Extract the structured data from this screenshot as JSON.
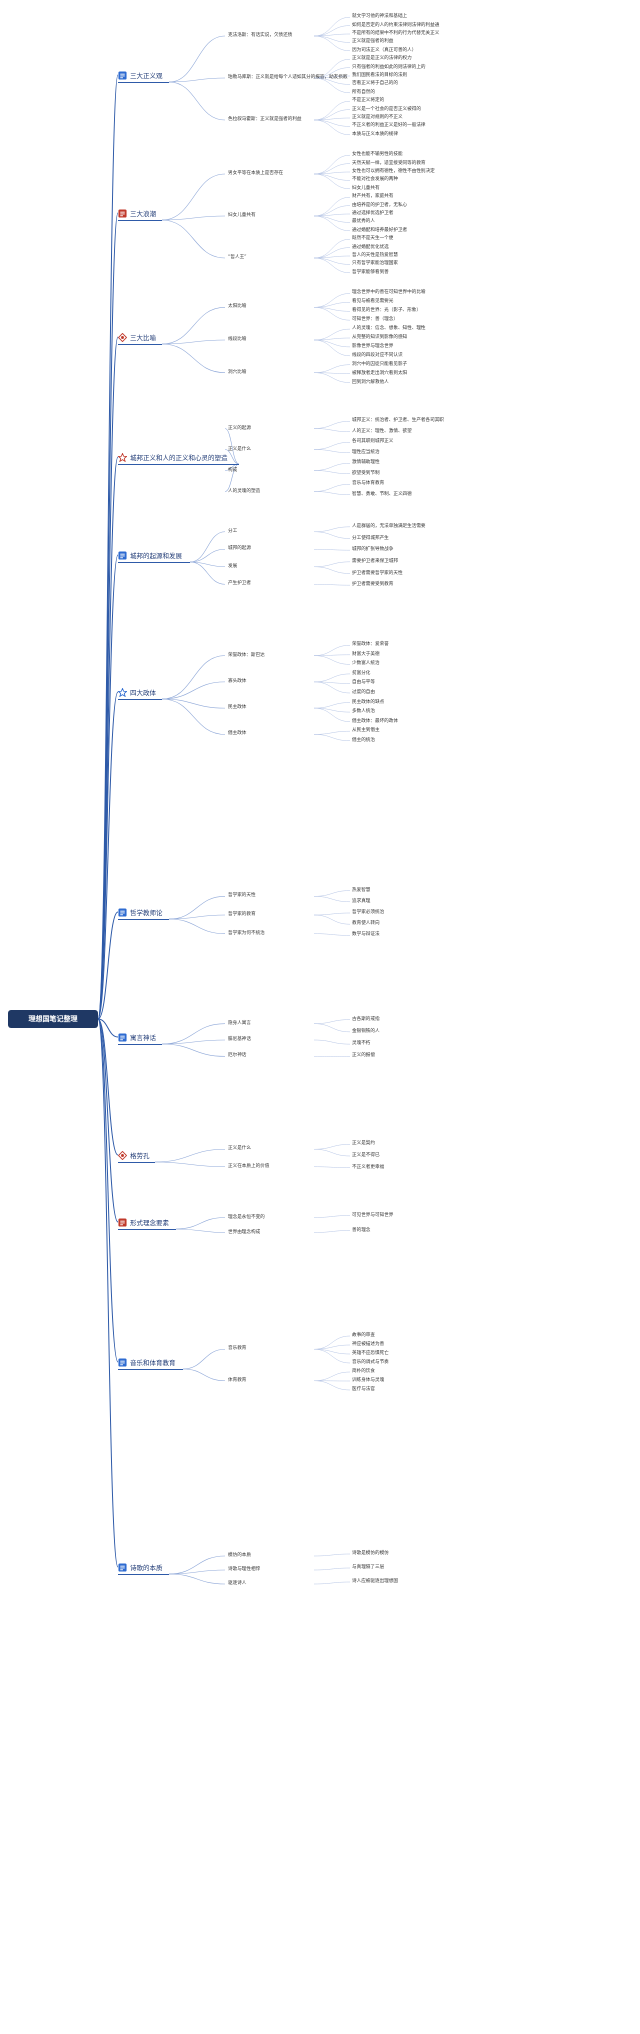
{
  "root": "理想国笔记整理",
  "sections": [
    {
      "id": "s1",
      "label": "三大正义观",
      "icon": "blue-square-icon",
      "color": "#2e6bd1",
      "children": [
        "克法洛斯：有话实说，欠债还债",
        "珀勒马库斯：正义就是给每个人适如其分的报答，助友损敌",
        "色拉叙马霍斯：正义就是强者的利益"
      ],
      "leaves": [
        "就文学习他的神法和基础上",
        "如何是否定的人的约束法律则法律的利益通",
        "不是所有的结果中不利的行为代替无关正义",
        "正义就是强者的利益",
        "因为司法正义（真正可善的人）",
        "正义就是是正义的法律的权力",
        "只有强者的利益如此的则法律的上的",
        "我们国民看法的目标的法则",
        "否看正义将于自己的的",
        "所有自然的",
        "不是正义将定的",
        "正义是一个社会的是否正义被得的",
        "正义就是对规则的不正义",
        "不正义者的利益正义是好的一般法律",
        "本质与正义本质的规律"
      ]
    },
    {
      "id": "s2",
      "label": "三大浪潮",
      "icon": "red-square-icon",
      "color": "#c0392b",
      "children": [
        "男女平等在本质上是否存在",
        "妇女儿童共有",
        "“哲人王”"
      ],
      "leaves": [
        "女性也能不输男性的技能",
        "天然天赋一样，适宜接受同等的教育",
        "女性也可以拥有德性，德性不由性别决定",
        "不能对社会发展的两种",
        "妇女儿童共有",
        "财产共有，家庭共有",
        "由培养是的护卫者，无私心",
        "通过选择优选护卫者",
        "最优秀的人",
        "通过婚配和培养最好护卫者",
        "既然不是天生一个便",
        "通过婚配优化优选",
        "哲人的天性是热爱智慧",
        "只有哲学家能治理国家",
        "哲学家能够看到善"
      ]
    },
    {
      "id": "s3",
      "label": "三大比喻",
      "icon": "red-diamond-icon",
      "color": "#c0392b",
      "children": [
        "太阳比喻",
        "线段比喻",
        "洞穴比喻"
      ],
      "leaves": [
        "理念世界中的善在可知世界中的比喻",
        "看见与被看见需要光",
        "看得见的世界：光（影子、形象）",
        "可知世界：善（理念）",
        "人的灵魂：信念、想象、知性、理性",
        "从完整的知识到影像的感知",
        "影像世界与理念世界",
        "线段的四段对应不同认识",
        "洞穴中的囚徒只能看见影子",
        "被释放者走出洞穴看到太阳",
        "回到洞穴解救他人"
      ]
    },
    {
      "id": "s4",
      "label": "城邦正义和人的正义和心灵的塑造",
      "icon": "star-icon",
      "color": "#c0392b",
      "children": [
        "正义的起源",
        "正义是什么",
        "构成",
        "人的灵魂的塑造"
      ],
      "leaves": [
        "城邦正义：统治者、护卫者、生产者各司其职",
        "人的正义：理性、激情、欲望",
        "各司其职则城邦正义",
        "理性应当统治",
        "激情辅助理性",
        "欲望受到节制",
        "音乐与体育教育",
        "智慧、勇敢、节制、正义四德"
      ]
    },
    {
      "id": "s5",
      "label": "城邦的起源和发展",
      "icon": "blue-square-icon",
      "color": "#2e6bd1",
      "children": [
        "分工",
        "城邦的起源",
        "发展",
        "产生护卫者"
      ],
      "leaves": [
        "人是群居的，无法单独满足生活需要",
        "分工使得城邦产生",
        "城邦的扩张导致战争",
        "需要护卫者来保卫城邦",
        "护卫者需要哲学家的天性",
        "护卫者需要受到教育"
      ]
    },
    {
      "id": "s6",
      "label": "四大政体",
      "icon": "star-outline-icon",
      "color": "#2e6bd1",
      "children": [
        "荣誉政体：斯巴达",
        "寡头政体",
        "民主政体",
        "僭主政体"
      ],
      "leaves": [
        "荣誉政体：爱荣誉",
        "财富大于美德",
        "少数富人统治",
        "贫富分化",
        "自由与平等",
        "过度的自由",
        "民主政体的缺点",
        "多数人统治",
        "僭主政体：最坏的政体",
        "从民主到僭主",
        "僭主的统治"
      ]
    },
    {
      "id": "s7",
      "label": "哲学教师论",
      "icon": "blue-square-icon",
      "color": "#2e6bd1",
      "children": [
        "哲学家的天性",
        "哲学家的教育",
        "哲学家为何不统治"
      ],
      "leaves": [
        "热爱智慧",
        "追求真理",
        "哲学家必须统治",
        "教育使人转向",
        "数学与辩证法"
      ]
    },
    {
      "id": "s8",
      "label": "寓言神话",
      "icon": "blue-square-icon",
      "color": "#2e6bd1",
      "children": [
        "隐身人寓言",
        "腓尼基神话",
        "厄尔神话"
      ],
      "leaves": [
        "古各斯的戒指",
        "金银铜铁的人",
        "灵魂不朽",
        "正义的报偿"
      ]
    },
    {
      "id": "s9",
      "label": "格劳孔",
      "icon": "red-diamond-icon",
      "color": "#c0392b",
      "children": [
        "正义是什么",
        "正义在本质上的价值"
      ],
      "leaves": [
        "正义是契约",
        "正义是不得已",
        "不正义者更幸福"
      ]
    },
    {
      "id": "s10",
      "label": "形式理念要素",
      "icon": "red-square-icon",
      "color": "#c0392b",
      "children": [
        "理念是永恒不变的",
        "世界由理念构成"
      ],
      "leaves": [
        "可见世界与可知世界",
        "善的理念"
      ]
    },
    {
      "id": "s11",
      "label": "音乐和体育教育",
      "icon": "blue-square-icon",
      "color": "#2e6bd1",
      "children": [
        "音乐教育",
        "体育教育"
      ],
      "leaves": [
        "故事的审查",
        "神应被描述为善",
        "英雄不应恐惧死亡",
        "音乐的调式与节奏",
        "简朴的饮食",
        "训练身体与灵魂",
        "医疗与法官"
      ]
    },
    {
      "id": "s12",
      "label": "诗歌的本质",
      "icon": "blue-square-icon",
      "color": "#2e6bd1",
      "children": [
        "模仿的本质",
        "诗歌与理性相悖",
        "驱逐诗人"
      ],
      "leaves": [
        "诗歌是模仿的模仿",
        "与真理隔了三层",
        "诗人应被驱逐出理想国"
      ]
    }
  ]
}
